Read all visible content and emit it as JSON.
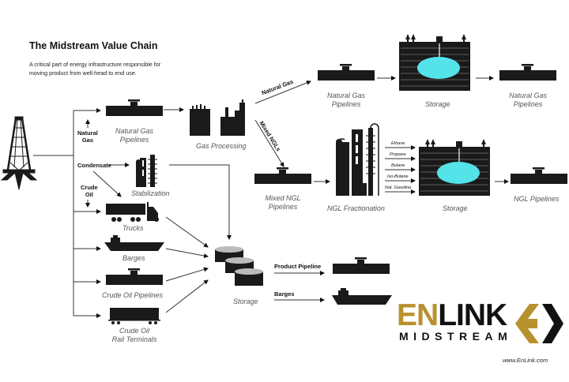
{
  "header": {
    "title": "The Midstream Value Chain",
    "subtitle": "A critical part of energy infrastructure responsible for moving product from well-head to end use."
  },
  "flow_labels": {
    "natural_gas": "Natural\nGas",
    "condensate": "Condensate",
    "crude_oil": "Crude\nOil",
    "natural_gas_branch": "Natural Gas",
    "mixed_ngls": "Mixed NGLs",
    "product_pipeline": "Product Pipeline",
    "barges_out": "Barges"
  },
  "nodes": {
    "natural_gas_pipelines": "Natural Gas\nPipelines",
    "stabilization": "Stabilization",
    "trucks": "Trucks",
    "barges": "Barges",
    "crude_oil_pipelines": "Crude Oil Pipelines",
    "crude_oil_rail_terminals": "Crude Oil\nRail Terminals",
    "gas_processing": "Gas Processing",
    "ng_pipelines_top": "Natural Gas\nPipelines",
    "storage_top": "Storage",
    "ng_pipelines_top_right": "Natural Gas\nPipelines",
    "mixed_ngl_pipelines": "Mixed NGL\nPipelines",
    "ngl_fractionation": "NGL Fractionation",
    "storage_mid": "Storage",
    "ngl_pipelines": "NGL Pipelines",
    "storage_bottom": "Storage"
  },
  "ngl_products": [
    "Ethane",
    "Propane",
    "Butane",
    "Iso-Butane",
    "Nat. Gasoline"
  ],
  "logo": {
    "en": "EN",
    "link": "LINK",
    "midstream": "MIDSTREAM",
    "url": "www.EnLink.com",
    "gold_color": "#b8912f",
    "black_color": "#111111"
  },
  "colors": {
    "liquid": "#55e3ea",
    "icon": "#1a1a1a"
  }
}
